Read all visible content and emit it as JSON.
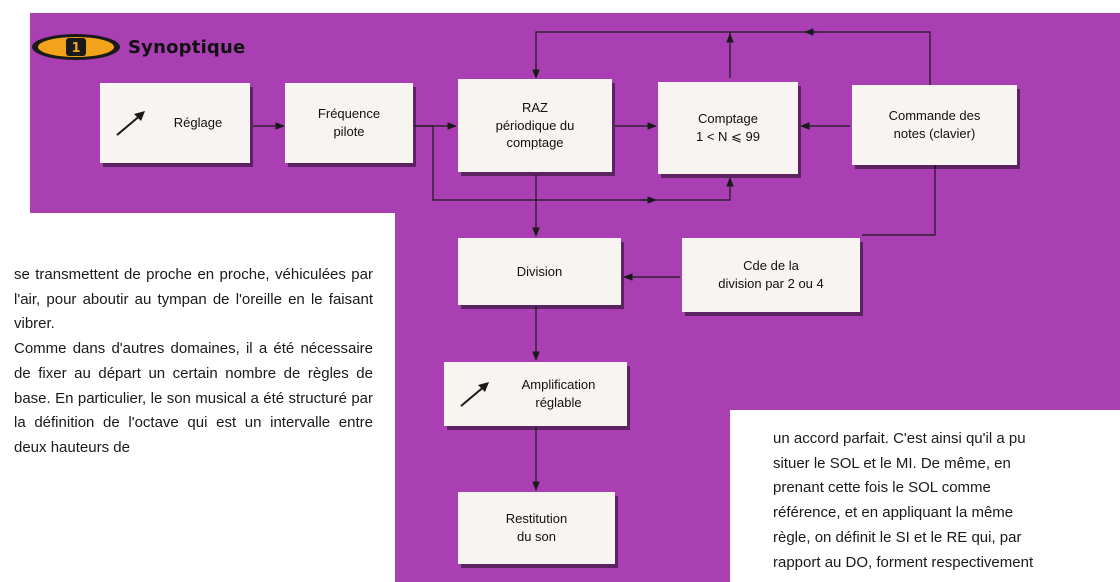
{
  "diagram": {
    "badge_number": "1",
    "title": "Synoptique",
    "colors": {
      "background": "#a93fb3",
      "box_fill": "#f7f4f2",
      "line": "#1a1a1a",
      "badge_fill": "#f2a31b"
    },
    "boxes": {
      "reglage": "Réglage",
      "frequence": "Fréquence\npilote",
      "raz": "RAZ\npériodique du\ncomptage",
      "comptage": "Comptage\n1 < N ⩽ 99",
      "commande": "Commande des\nnotes (clavier)",
      "division": "Division",
      "cde_division": "Cde de la\ndivision par 2 ou 4",
      "amplification": "Amplification\nréglable",
      "restitution": "Restitution\ndu son"
    },
    "icons": {
      "adjust": "adjust-arrow-icon"
    }
  },
  "text_left": {
    "paragraph1": "se transmettent de proche en proche, véhiculées par l'air, pour aboutir au tympan de l'oreille en le faisant vibrer.",
    "paragraph2": "Comme dans d'autres domaines, il a été nécessaire de fixer au départ un certain nombre de règles de base. En particulier, le son musical a été structuré par la définition de l'octave qui est un intervalle entre deux hauteurs de"
  },
  "text_right": {
    "lines": [
      "un accord parfait. C'est ainsi qu'il a pu",
      "situer le SOL et le MI. De même, en",
      "prenant cette fois le SOL comme",
      "référence, et en appliquant la même",
      "règle, on définit le SI et le RE qui, par",
      "rapport au DO, forment respectivement"
    ]
  }
}
